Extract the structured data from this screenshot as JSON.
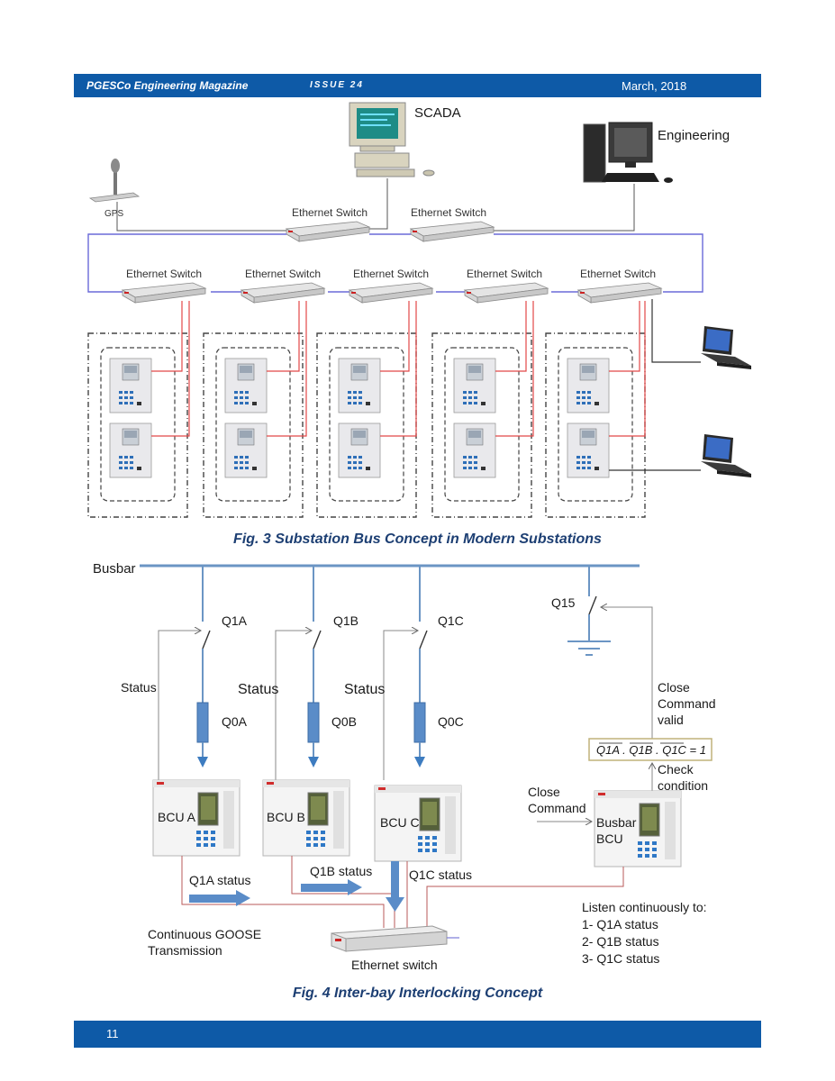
{
  "header": {
    "magazine": "PGESCo Engineering Magazine",
    "issue": "ISSUE 24",
    "date": "March, 2018"
  },
  "fig3": {
    "caption": "Fig. 3 Substation Bus Concept in Modern Substations",
    "scada": "SCADA",
    "engineering": "Engineering",
    "gps": "GPS",
    "switch_label": "Ethernet Switch"
  },
  "fig4": {
    "caption": "Fig. 4 Inter-bay Interlocking Concept",
    "busbar": "Busbar",
    "q1a": "Q1A",
    "q1b": "Q1B",
    "q1c": "Q1C",
    "q15": "Q15",
    "q0a": "Q0A",
    "q0b": "Q0B",
    "q0c": "Q0C",
    "status": "Status",
    "bcu_a": "BCU A",
    "bcu_b": "BCU B",
    "bcu_c": "BCU C",
    "busbar_bcu_1": "Busbar",
    "busbar_bcu_2": "BCU",
    "q1a_status": "Q1A status",
    "q1b_status": "Q1B status",
    "q1c_status": "Q1C status",
    "close_cmd_valid_1": "Close",
    "close_cmd_valid_2": "Command",
    "close_cmd_valid_3": "valid",
    "equation": "Q1A . Q1B . Q1C = 1",
    "check_1": "Check",
    "check_2": "condition",
    "close_cmd_1": "Close",
    "close_cmd_2": "Command",
    "goose_1": "Continuous GOOSE",
    "goose_2": "Transmission",
    "eth_switch": "Ethernet switch",
    "listen_title": "Listen continuously to:",
    "listen_1": "1- Q1A status",
    "listen_2": "2- Q1B status",
    "listen_3": "3- Q1C status"
  },
  "footer": {
    "page": "11"
  }
}
